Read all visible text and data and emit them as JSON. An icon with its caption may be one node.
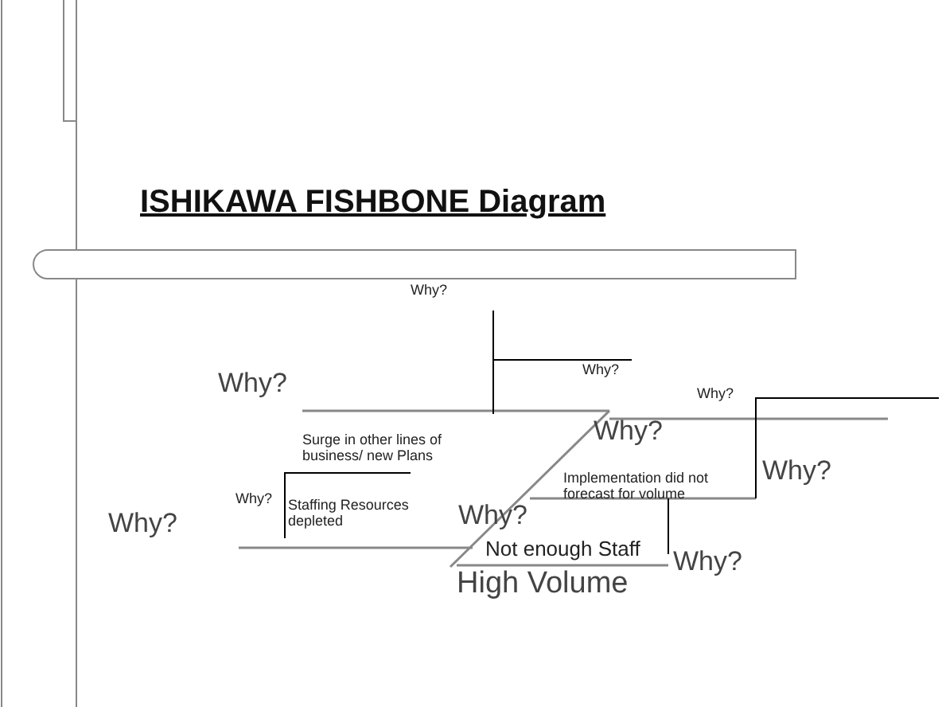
{
  "diagram": {
    "title": "ISHIKAWA FISHBONE Diagram",
    "labels": [
      "Why?",
      "Why?",
      "Why?",
      "Why?",
      "Why?",
      "Surge in other lines of business/ new Plans",
      "Why?",
      "Implementation did not forecast for volume",
      "Why?",
      "Why?",
      "Staffing Resources depleted",
      "Why?",
      "Not enough Staff",
      "Why?",
      "High Volume"
    ]
  }
}
